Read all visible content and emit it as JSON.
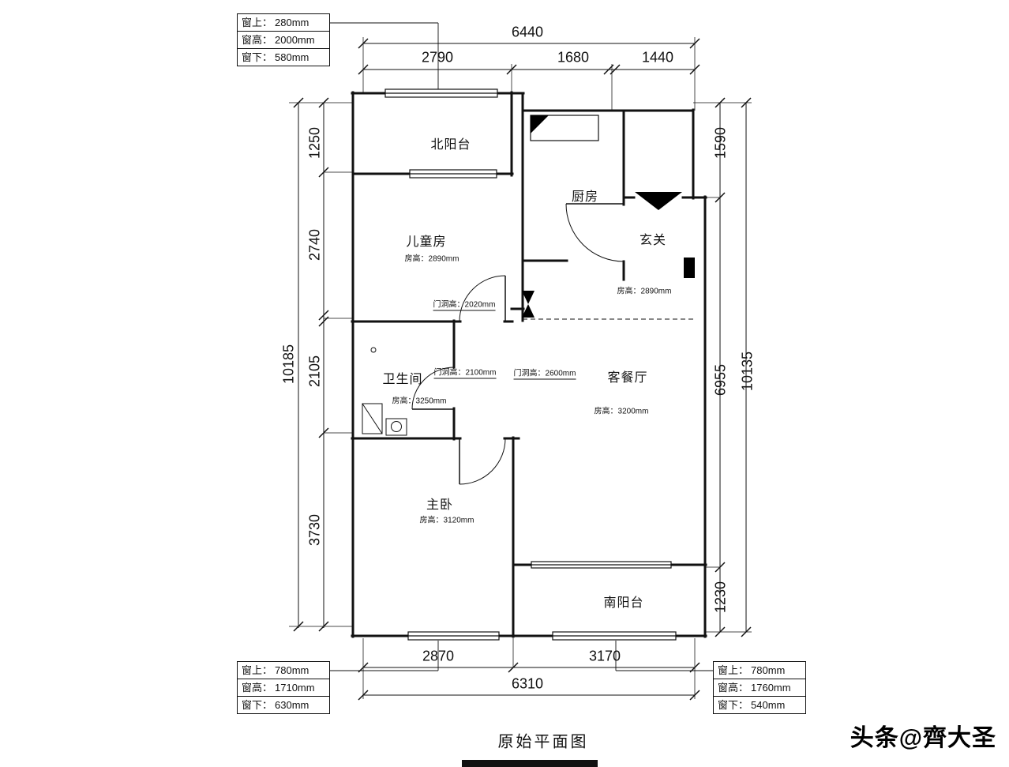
{
  "title": "原始平面图",
  "watermark": "头条@齊大圣",
  "window_specs": {
    "top_left": [
      {
        "label": "窗上：",
        "value": "280mm"
      },
      {
        "label": "窗高：",
        "value": "2000mm"
      },
      {
        "label": "窗下：",
        "value": "580mm"
      }
    ],
    "bottom_left": [
      {
        "label": "窗上：",
        "value": "780mm"
      },
      {
        "label": "窗高：",
        "value": "1710mm"
      },
      {
        "label": "窗下：",
        "value": "630mm"
      }
    ],
    "bottom_right": [
      {
        "label": "窗上：",
        "value": "780mm"
      },
      {
        "label": "窗高：",
        "value": "1760mm"
      },
      {
        "label": "窗下：",
        "value": "540mm"
      }
    ]
  },
  "dims": {
    "top_overall": "6440",
    "top_segments": [
      "2790",
      "1680",
      "1440"
    ],
    "left_overall": "10185",
    "left_segments": [
      "1250",
      "2740",
      "2105",
      "3730"
    ],
    "right_overall": "10135",
    "right_segments": [
      "1590",
      "6955",
      "1230"
    ],
    "bottom_overall": "6310",
    "bottom_segments": [
      "2870",
      "3170"
    ]
  },
  "rooms": {
    "north_balcony": {
      "name": "北阳台"
    },
    "kids_room": {
      "name": "儿童房",
      "height": "房高：2890mm"
    },
    "kitchen": {
      "name": "厨房"
    },
    "entry": {
      "name": "玄关",
      "height": "房高：2890mm"
    },
    "bathroom": {
      "name": "卫生间",
      "height": "房高：3250mm"
    },
    "living_dining": {
      "name": "客餐厅",
      "height": "房高：3200mm"
    },
    "master_bedroom": {
      "name": "主卧",
      "height": "房高：3120mm"
    },
    "south_balcony": {
      "name": "南阳台"
    }
  },
  "door_heights": {
    "kids_room": "门洞高：2020mm",
    "bathroom": "门洞高：2100mm",
    "living": "门洞高：2600mm"
  },
  "colors": {
    "line": "#111111",
    "background": "#ffffff"
  }
}
